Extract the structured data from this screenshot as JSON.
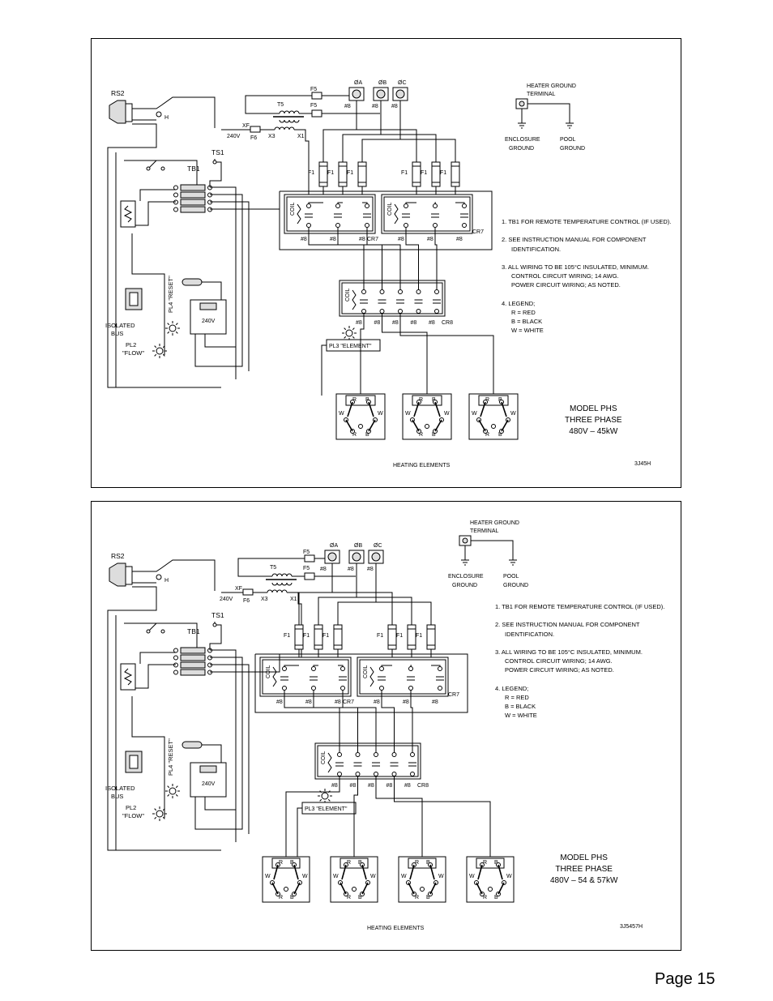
{
  "page": {
    "label": "Page 15"
  },
  "diagrams": [
    {
      "id": "3J45H",
      "model_lines": [
        "MODEL PHS",
        "THREE PHASE",
        "480V – 45kW"
      ],
      "drawing_number": "3J45H",
      "elements_caption": "HEATING ELEMENTS",
      "heater_ground": [
        "HEATER GROUND",
        "TERMINAL"
      ],
      "enclosure_ground": [
        "ENCLOSURE",
        "GROUND"
      ],
      "pool_ground": [
        "POOL",
        "GROUND"
      ],
      "phases": [
        "ØA",
        "ØB",
        "ØC"
      ],
      "notes": [
        [
          "1.  TB1 FOR REMOTE TEMPERATURE CONTROL (IF USED)."
        ],
        [
          "2.  SEE INSTRUCTION MANUAL FOR COMPONENT",
          "IDENTIFICATION."
        ],
        [
          "3.  ALL WIRING TO BE 105°C INSULATED, MINIMUM.",
          "CONTROL CIRCUIT WIRING; 14 AWG.",
          "POWER CIRCUIT WIRING; AS NOTED."
        ],
        [
          "4.  LEGEND;",
          "R = RED",
          "B = BLACK",
          "W = WHITE"
        ]
      ],
      "labels": {
        "rs2": "RS2",
        "ts1": "TS1",
        "tb1": "TB1",
        "t5": "T5",
        "f5": "F5",
        "f6": "F6",
        "f1": "F1",
        "v240": "240V",
        "xf": "XF",
        "x3": "X3",
        "x1": "X1",
        "cr7": "CR7",
        "cr8": "CR8",
        "wire": "#8",
        "coil": "COIL",
        "isolated_bus": [
          "ISOLATED",
          "BUS"
        ],
        "pl2": [
          "PL2",
          "\"FLOW\""
        ],
        "pl3": "PL3 \"ELEMENT\"",
        "pl4": "PL4 \"RESET\"",
        "h": "H",
        "r": "R",
        "b": "B",
        "w": "W"
      }
    },
    {
      "id": "3J5457H",
      "model_lines": [
        "MODEL PHS",
        "THREE PHASE",
        "480V – 54 & 57kW"
      ],
      "drawing_number": "3J5457H",
      "elements_caption": "HEATING ELEMENTS",
      "heater_ground": [
        "HEATER GROUND",
        "TERMINAL"
      ],
      "enclosure_ground": [
        "ENCLOSURE",
        "GROUND"
      ],
      "pool_ground": [
        "POOL",
        "GROUND"
      ],
      "phases": [
        "ØA",
        "ØB",
        "ØC"
      ],
      "notes": [
        [
          "1.  TB1 FOR REMOTE TEMPERATURE CONTROL (IF USED)."
        ],
        [
          "2.  SEE INSTRUCTION MANUAL FOR COMPONENT",
          "IDENTIFICATION."
        ],
        [
          "3.  ALL WIRING TO BE 105°C INSULATED, MINIMUM.",
          "CONTROL CIRCUIT WIRING; 14 AWG.",
          "POWER CIRCUIT WIRING; AS NOTED."
        ],
        [
          "4.  LEGEND;",
          "R = RED",
          "B = BLACK",
          "W = WHITE"
        ]
      ],
      "labels": {
        "rs2": "RS2",
        "ts1": "TS1",
        "tb1": "TB1",
        "t5": "T5",
        "f5": "F5",
        "f6": "F6",
        "f1": "F1",
        "v240": "240V",
        "xf": "XF",
        "x3": "X3",
        "x1": "X1",
        "cr7": "CR7",
        "cr8": "CR8",
        "wire": "#8",
        "coil": "COIL",
        "isolated_bus": [
          "ISOLATED",
          "BUS"
        ],
        "pl2": [
          "PL2",
          "\"FLOW\""
        ],
        "pl3": "PL3 \"ELEMENT\"",
        "pl4": "PL4 \"RESET\"",
        "h": "H",
        "r": "R",
        "b": "B",
        "w": "W"
      }
    }
  ]
}
